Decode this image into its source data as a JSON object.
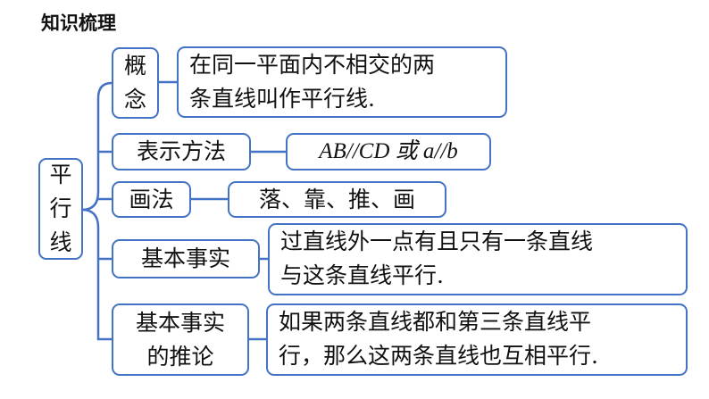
{
  "title": "知识梳理",
  "root": [
    "平",
    "行",
    "线"
  ],
  "branches": [
    {
      "label": [
        "概",
        "念"
      ],
      "content": [
        "在同一平面内不相交的两",
        "条直线叫作平行线."
      ]
    },
    {
      "label": "表示方法",
      "content": "AB//CD 或 a//b"
    },
    {
      "label": "画法",
      "content": "落、靠、推、画"
    },
    {
      "label": "基本事实",
      "content": [
        "过直线外一点有且只有一条直线",
        "与这条直线平行."
      ]
    },
    {
      "label": [
        "基本事实",
        "的推论"
      ],
      "content": [
        "如果两条直线都和第三条直线平",
        "行，那么这两条直线也互相平行."
      ]
    }
  ],
  "colors": {
    "border": "#4472C4"
  }
}
